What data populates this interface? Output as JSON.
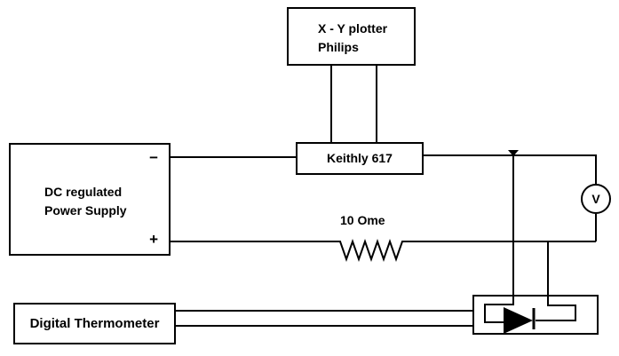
{
  "diagram": {
    "description": "Experimental setup block diagram",
    "colors": {
      "line": "#000000",
      "background": "#ffffff"
    },
    "boxes": {
      "plotter": {
        "line1": "X - Y plotter",
        "line2": "Philips"
      },
      "keithly": {
        "label": "Keithly 617"
      },
      "power_supply": {
        "line1": "DC regulated",
        "line2": "Power Supply",
        "negative_terminal": "−",
        "positive_terminal": "+"
      },
      "thermometer": {
        "label": "Digital Thermometer"
      }
    },
    "components": {
      "resistor": {
        "label": "10 Ome"
      },
      "voltmeter": {
        "label": "V"
      },
      "diode": {
        "name": "diode-under-test"
      }
    }
  }
}
